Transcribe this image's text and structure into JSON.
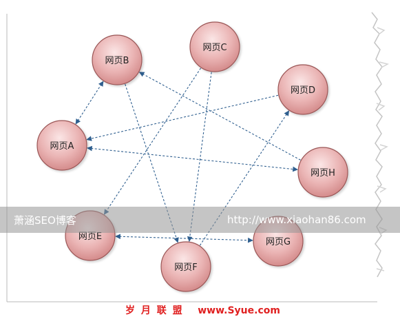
{
  "nodes": [
    {
      "id": "A",
      "label": "网页A"
    },
    {
      "id": "B",
      "label": "网页B"
    },
    {
      "id": "C",
      "label": "网页C"
    },
    {
      "id": "D",
      "label": "网页D"
    },
    {
      "id": "E",
      "label": "网页E"
    },
    {
      "id": "F",
      "label": "网页F"
    },
    {
      "id": "G",
      "label": "网页G"
    },
    {
      "id": "H",
      "label": "网页H"
    }
  ],
  "links": [
    {
      "from": "A",
      "to": "B",
      "bidirectional": true
    },
    {
      "from": "D",
      "to": "A",
      "bidirectional": false
    },
    {
      "from": "A",
      "to": "H",
      "bidirectional": true
    },
    {
      "from": "H",
      "to": "B",
      "bidirectional": false
    },
    {
      "from": "B",
      "to": "F",
      "bidirectional": false
    },
    {
      "from": "C",
      "to": "E",
      "bidirectional": false
    },
    {
      "from": "C",
      "to": "F",
      "bidirectional": false
    },
    {
      "from": "F",
      "to": "D",
      "bidirectional": false
    },
    {
      "from": "E",
      "to": "G",
      "bidirectional": true
    }
  ],
  "colors": {
    "node_fill_top": "#f6d6d6",
    "node_fill_bottom": "#d98f8f",
    "node_stroke": "#9a5656",
    "link": "#2f5f8f",
    "footer": "#e02020"
  },
  "watermark": {
    "left_text": "萧涵SEO博客",
    "right_text": "http://www.xiaohan86.com"
  },
  "footer": {
    "brand": "岁 月 联 盟",
    "url": "www.Syue.com"
  }
}
